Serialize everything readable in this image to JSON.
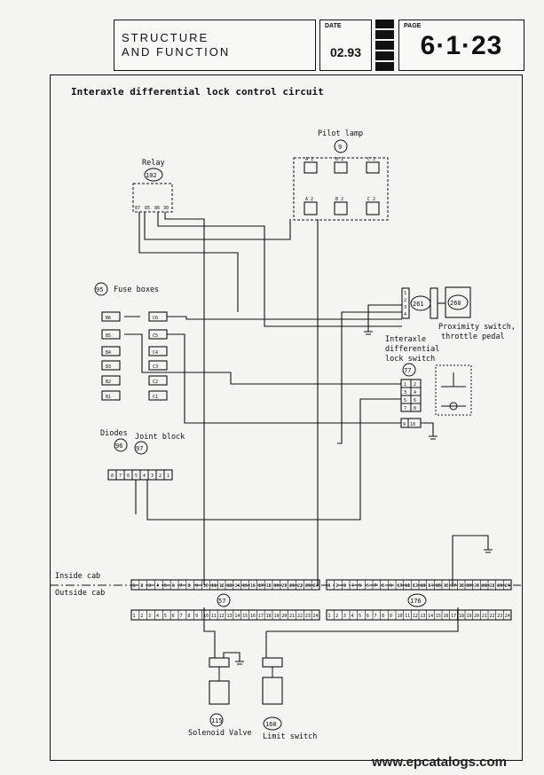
{
  "header": {
    "title_line1": "STRUCTURE",
    "title_line2": "AND FUNCTION",
    "date_label": "DATE",
    "date_value": "02.93",
    "page_label": "PAGE",
    "page_value": "6·1·23"
  },
  "diagram": {
    "title": "Interaxle differential lock control circuit",
    "components": {
      "relay": {
        "label": "Relay",
        "ref": "102"
      },
      "pilot_lamp": {
        "label": "Pilot lamp",
        "ref": "9"
      },
      "fuse_boxes": {
        "label": "Fuse boxes",
        "ref": "95"
      },
      "proximity_switch": {
        "label_line1": "Proximity switch,",
        "label_line2": "throttle pedal",
        "ref": "260"
      },
      "connector_261": {
        "ref": "261"
      },
      "lock_switch": {
        "label_line1": "Interaxle",
        "label_line2": "differential",
        "label_line3": "lock switch",
        "ref": "77"
      },
      "diodes": {
        "label": "Diodes",
        "ref": "96"
      },
      "joint_block": {
        "label": "Joint block",
        "ref": "97"
      },
      "connector_57": {
        "ref": "57"
      },
      "connector_176": {
        "ref": "176"
      },
      "solenoid_valve": {
        "label": "Solenoid Valve",
        "ref": "115"
      },
      "limit_switch": {
        "label": "Limit switch",
        "ref": "160"
      }
    },
    "inside_cab": "Inside cab",
    "outside_cab": "Outside cab",
    "fuses_left": [
      "B6",
      "B5",
      "B4",
      "B3",
      "B2",
      "B1"
    ],
    "fuses_right": [
      "C6",
      "C5",
      "C4",
      "C3",
      "C2",
      "C1"
    ],
    "lock_switch_pins": [
      "1",
      "2",
      "3",
      "4",
      "5",
      "6",
      "7",
      "8",
      "9",
      "10"
    ],
    "joint_pins": [
      "8",
      "7",
      "6",
      "5",
      "4",
      "3",
      "2",
      "1"
    ],
    "relay_pins": [
      "87",
      "85",
      "86",
      "30"
    ],
    "lamp_labels": [
      "A 1",
      "B 1",
      "C 1",
      "A 2",
      "B 2",
      "C 2"
    ],
    "conn_pins": [
      "1",
      "2",
      "3",
      "4"
    ]
  },
  "watermark": "www.epcatalogs.com"
}
